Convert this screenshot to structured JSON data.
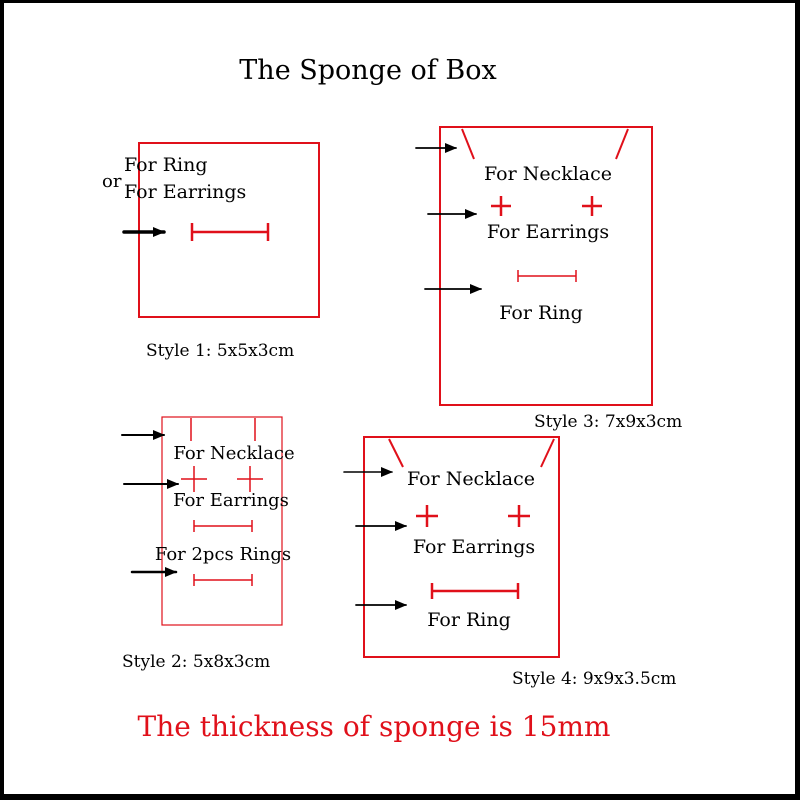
{
  "title": "The Sponge of Box",
  "footer": "The thickness of sponge is 15mm",
  "colors": {
    "outline": "#e0101a",
    "footer_text": "#e0101a",
    "arrow": "#000000",
    "background": "#ffffff",
    "border": "#000000"
  },
  "style1": {
    "label_or": "or",
    "label_ring": "For Ring",
    "label_earrings": "For Earrings",
    "caption": "Style 1: 5x5x3cm"
  },
  "style2": {
    "label_necklace": "For Necklace",
    "label_earrings": "For Earrings",
    "label_rings": "For 2pcs Rings",
    "caption": "Style 2:  5x8x3cm"
  },
  "style3": {
    "label_necklace": "For Necklace",
    "label_earrings": "For Earrings",
    "label_ring": "For Ring",
    "caption": "Style 3: 7x9x3cm"
  },
  "style4": {
    "label_necklace": "For Necklace",
    "label_earrings": "For Earrings",
    "label_ring": "For Ring",
    "caption": "Style 4: 9x9x3.5cm"
  }
}
